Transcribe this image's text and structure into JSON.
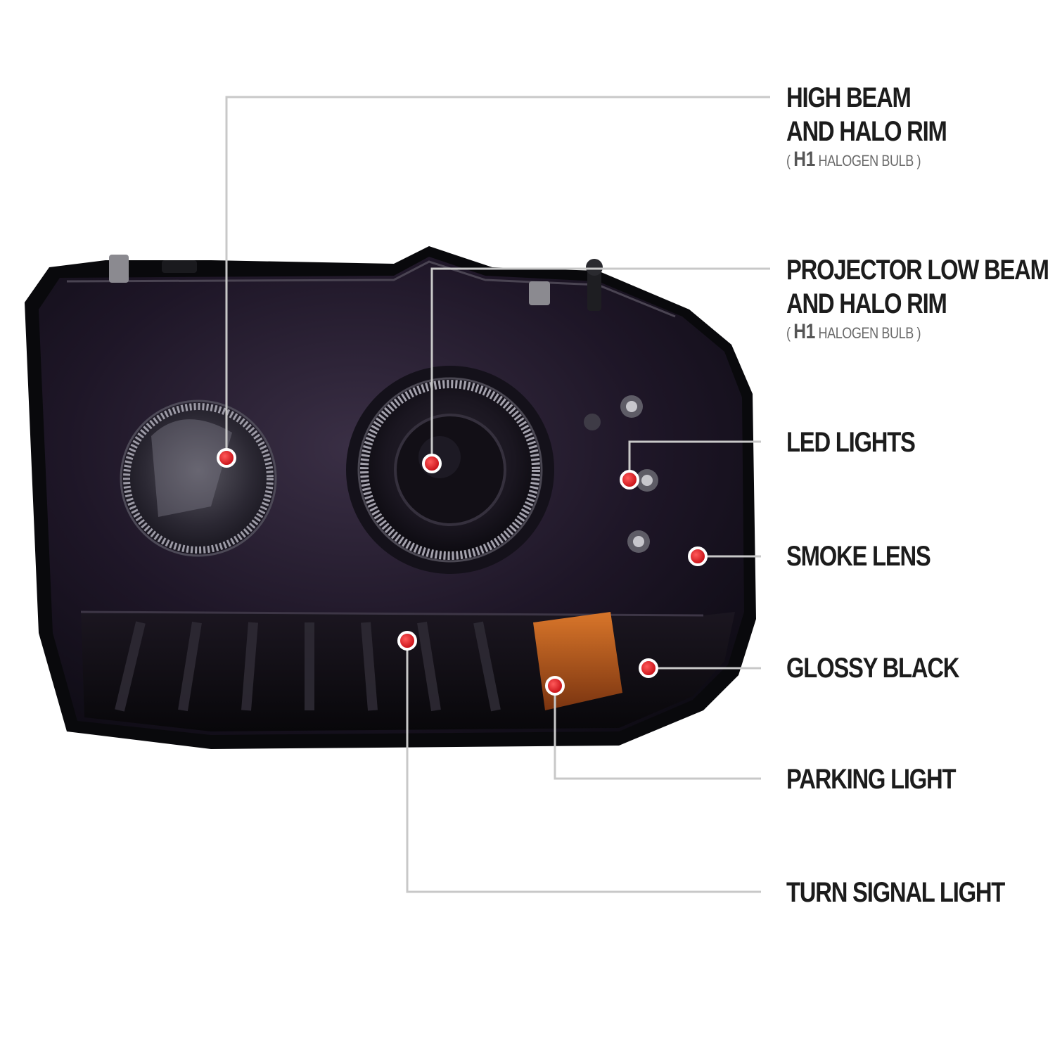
{
  "colors": {
    "background": "#ffffff",
    "leader_line": "#c8c8c8",
    "marker_red": "#e0131b",
    "lens_smoke": "#1d1524",
    "housing_black": "#0b0b0e",
    "amber_reflector": "#c4631a",
    "label_text": "#1c1c1c",
    "sub_text": "#6a6a6a"
  },
  "callouts": [
    {
      "id": "high-beam",
      "line1": "HIGH BEAM",
      "line2": "AND HALO RIM",
      "sub_open": "( ",
      "sub_bulb": "H1",
      "sub_rest": " HALOGEN BULB )"
    },
    {
      "id": "projector-low-beam",
      "line1": "PROJECTOR LOW BEAM",
      "line2": "AND HALO RIM",
      "sub_open": "( ",
      "sub_bulb": "H1",
      "sub_rest": " HALOGEN BULB )"
    },
    {
      "id": "led-lights",
      "line1": "LED LIGHTS"
    },
    {
      "id": "smoke-lens",
      "line1": "SMOKE LENS"
    },
    {
      "id": "glossy-black",
      "line1": "GLOSSY BLACK"
    },
    {
      "id": "parking-light",
      "line1": "PARKING LIGHT"
    },
    {
      "id": "turn-signal-light",
      "line1": "TURN SIGNAL LIGHT"
    }
  ]
}
